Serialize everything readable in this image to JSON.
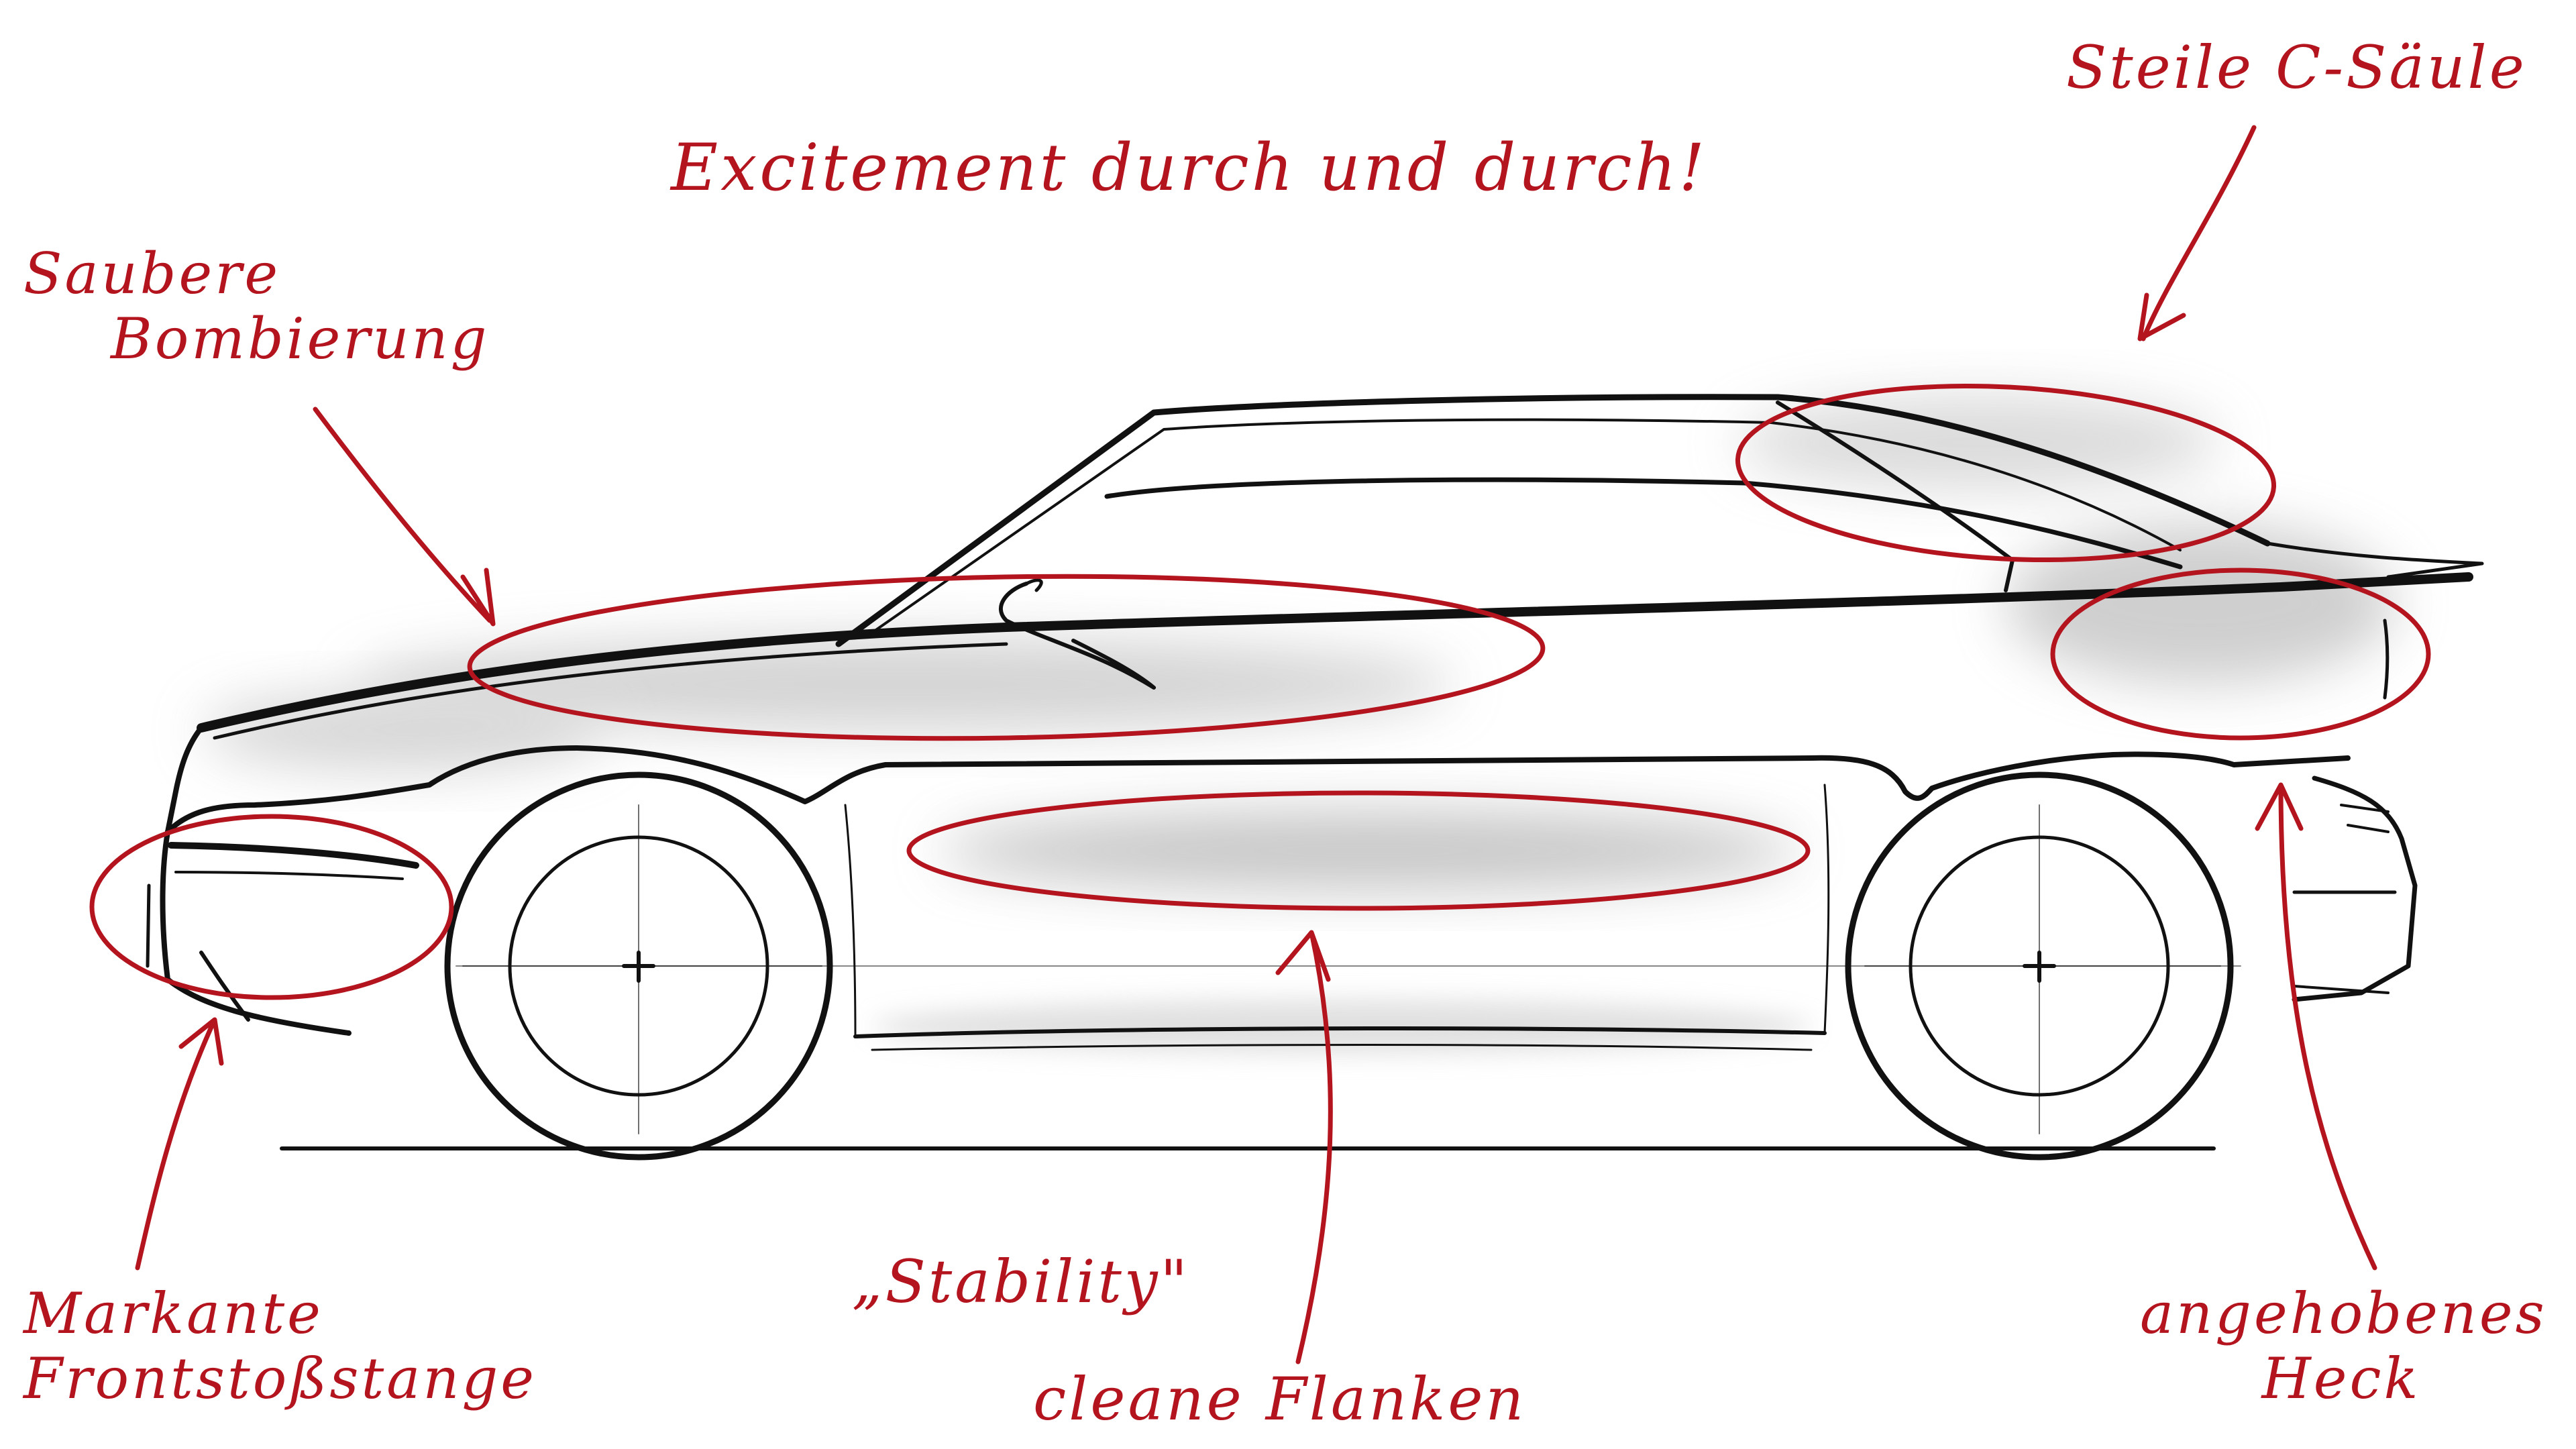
{
  "annotations": {
    "headline": "Excitement durch und durch!",
    "c_pillar": "Steile C-Säule",
    "bombierung": [
      "Saubere",
      "Bombierung"
    ],
    "front_bumper": [
      "Markante",
      "Frontstoßstange"
    ],
    "stability": "„Stability\"",
    "clean_flanks": "cleane Flanken",
    "raised_rear": [
      "angehobenes",
      "Heck"
    ]
  },
  "colors": {
    "ink": "#111111",
    "annotation": "#b3141e",
    "shade": "#9a9a9a",
    "background": "#ffffff"
  }
}
